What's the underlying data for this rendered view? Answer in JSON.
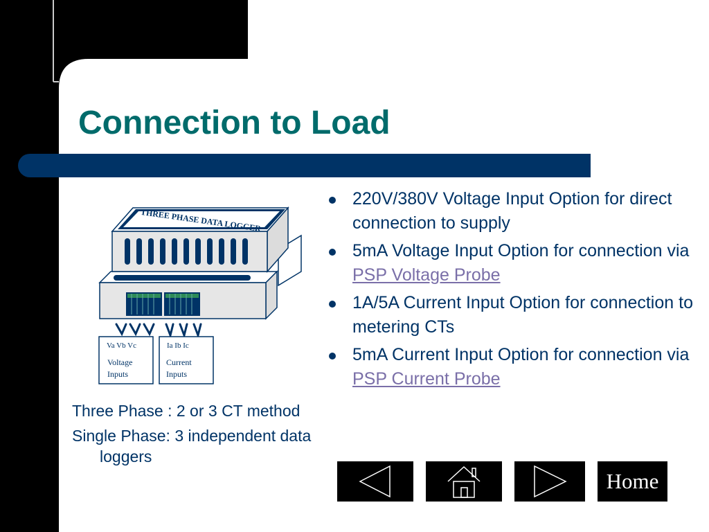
{
  "slide": {
    "title": "Connection to Load",
    "bullets": [
      {
        "text": "220V/380V Voltage Input Option for direct connection to supply",
        "link": ""
      },
      {
        "text": "5mA Voltage Input Option for connection via ",
        "link": "PSP Voltage Probe"
      },
      {
        "text": "1A/5A Current Input Option for connection to metering CTs",
        "link": ""
      },
      {
        "text": "5mA Current Input Option for connection via ",
        "link": "PSP Current Probe"
      }
    ],
    "notes": [
      "Three Phase : 2 or 3 CT method",
      "Single Phase: 3 independent data loggers"
    ]
  },
  "diagram": {
    "device_label": "THREE PHASE DATA LOGGER",
    "voltage_terminals": "Va  Vb  Vc",
    "voltage_label_line1": "Voltage",
    "voltage_label_line2": "Inputs",
    "current_terminals": "Ia  Ib  Ic",
    "current_label_line1": "Current",
    "current_label_line2": "Inputs"
  },
  "nav": {
    "home_label": "Home"
  },
  "colors": {
    "title": "#006b6b",
    "text": "#003366",
    "bar": "#003366",
    "link": "#7a6fa8"
  }
}
